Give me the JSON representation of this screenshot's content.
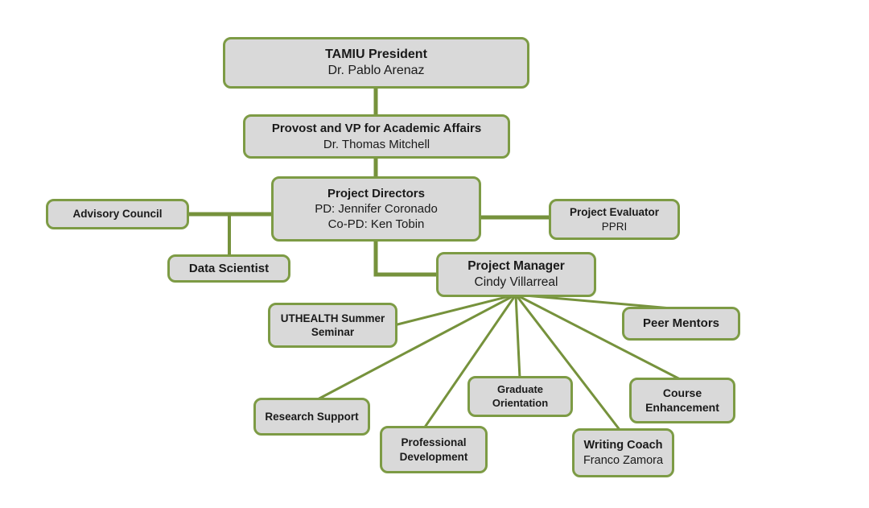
{
  "colors": {
    "line_green": "#76923C",
    "box_border_green": "#7D9B45",
    "box_fill_gray": "#D9D9D9",
    "text_black": "#1A1A1A",
    "background": "#FFFFFF"
  },
  "nodes": {
    "president": {
      "title": "TAMIU President",
      "subtitle": "Dr. Pablo Arenaz"
    },
    "provost": {
      "title": "Provost and VP for Academic Affairs",
      "subtitle": "Dr. Thomas Mitchell"
    },
    "directors": {
      "title": "Project Directors",
      "pd": "PD: Jennifer Coronado",
      "co_pd": "Co-PD: Ken Tobin"
    },
    "advisory_council": {
      "title": "Advisory Council"
    },
    "data_scientist": {
      "title": "Data Scientist"
    },
    "project_evaluator": {
      "title": "Project Evaluator",
      "subtitle": "PPRI"
    },
    "project_manager": {
      "title": "Project Manager",
      "subtitle": "Cindy Villarreal"
    },
    "uthealth_summer_seminar": {
      "title": "UTHEALTH Summer Seminar"
    },
    "peer_mentors": {
      "title": "Peer Mentors"
    },
    "research_support": {
      "title": "Research Support"
    },
    "professional_development": {
      "title": "Professional Development"
    },
    "graduate_orientation": {
      "title": "Graduate Orientation"
    },
    "course_enhancement": {
      "title": "Course Enhancement"
    },
    "writing_coach": {
      "title": "Writing Coach",
      "subtitle": "Franco Zamora"
    }
  },
  "edges": [
    {
      "from": "president",
      "to": "provost"
    },
    {
      "from": "provost",
      "to": "directors"
    },
    {
      "from": "directors",
      "to": "advisory_council"
    },
    {
      "from": "directors",
      "to": "data_scientist"
    },
    {
      "from": "directors",
      "to": "project_evaluator"
    },
    {
      "from": "directors",
      "to": "project_manager"
    },
    {
      "from": "project_manager",
      "to": "uthealth_summer_seminar"
    },
    {
      "from": "project_manager",
      "to": "research_support"
    },
    {
      "from": "project_manager",
      "to": "professional_development"
    },
    {
      "from": "project_manager",
      "to": "graduate_orientation"
    },
    {
      "from": "project_manager",
      "to": "writing_coach"
    },
    {
      "from": "project_manager",
      "to": "course_enhancement"
    },
    {
      "from": "project_manager",
      "to": "peer_mentors"
    }
  ]
}
